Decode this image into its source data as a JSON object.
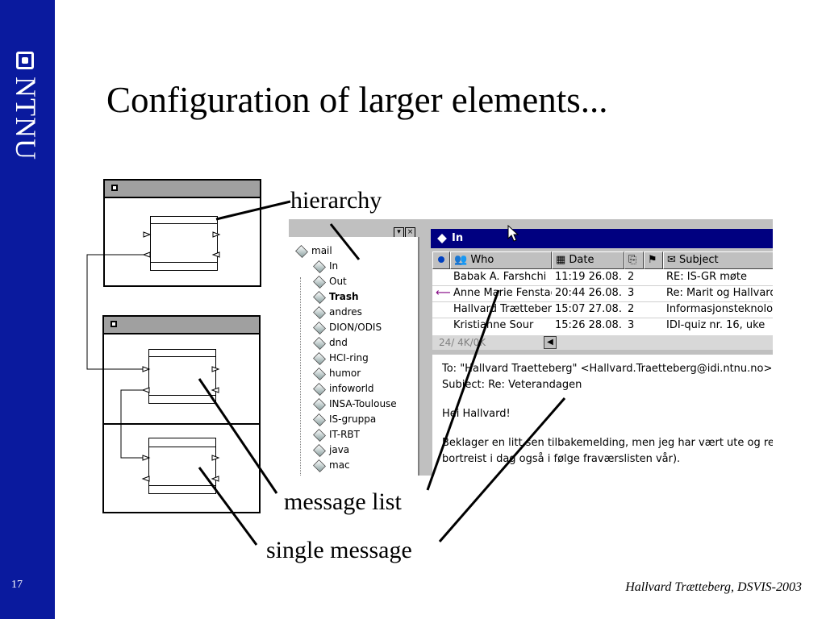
{
  "slide": {
    "title": "Configuration of larger elements...",
    "page_number": "17",
    "footer": "Hallvard Trætteberg, DSVIS-2003",
    "brand": "NTNU"
  },
  "labels": {
    "hierarchy": "hierarchy",
    "message_list": "message list",
    "single_message": "single message"
  },
  "email_client": {
    "tree_root": "mail",
    "folders": [
      "In",
      "Out",
      "Trash",
      "andres",
      "DION/ODIS",
      "dnd",
      "HCI-ring",
      "humor",
      "infoworld",
      "INSA-Toulouse",
      "IS-gruppa",
      "IT-RBT",
      "java",
      "mac"
    ],
    "window_title": "In",
    "columns": [
      "Who",
      "Date",
      "Subject"
    ],
    "rows": [
      {
        "who": "Babak A. Farshchi",
        "date": "11:19 26.08.",
        "count": "2",
        "subject": "RE: IS-GR møte"
      },
      {
        "who": "Anne Marie Fenstad",
        "date": "20:44 26.08.",
        "count": "3",
        "subject": "Re: Marit og Hallvard"
      },
      {
        "who": "Hallvard Trætteberg",
        "date": "15:07 27.08.",
        "count": "2",
        "subject": "Informasjonsteknologi"
      },
      {
        "who": "Kristianne Sour",
        "date": "15:26 28.08.",
        "count": "3",
        "subject": "IDI-quiz nr. 16, uke"
      }
    ],
    "status": "24/ 4K/0K",
    "message": {
      "to": "To: \"Hallvard Traetteberg\" <Hallvard.Traetteberg@idi.ntnu.no>",
      "subject": "Subject: Re: Veterandagen",
      "greeting": "Hei Hallvard!",
      "line1": "Beklager en litt sen tilbakemelding, men jeg har vært ute og reist",
      "line2": "bortreist i dag også i følge fraværslisten vår)."
    }
  },
  "colors": {
    "sidebar": "#0a1a9e",
    "titlebar": "#000080",
    "window_face": "#c0c0c0"
  }
}
